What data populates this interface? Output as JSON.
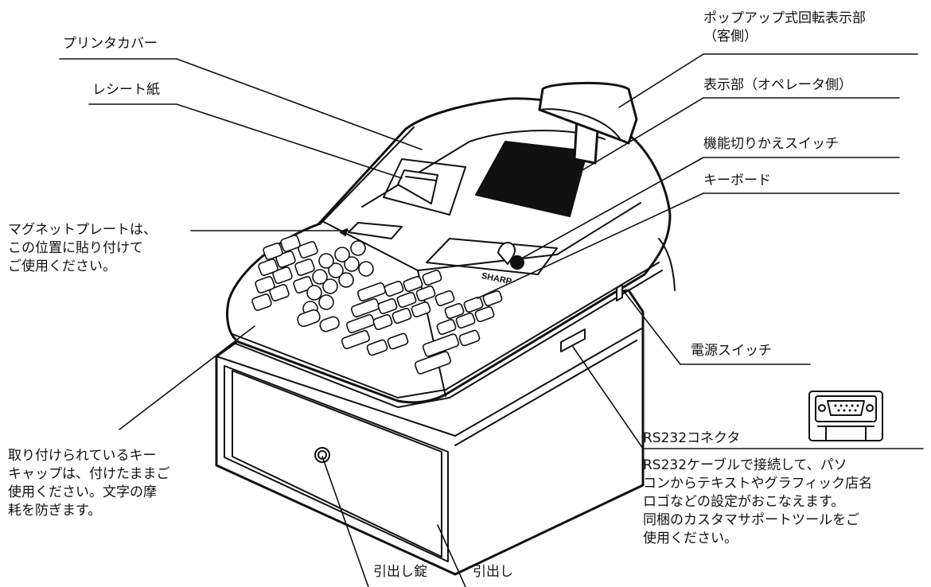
{
  "labels": {
    "printer_cover": "プリンタカバー",
    "receipt_paper": "レシート紙",
    "popup_display": [
      "ポップアップ式回転表示部",
      "（客側）"
    ],
    "operator_display": "表示部（オペレータ側）",
    "mode_switch": "機能切りかえスイッチ",
    "keyboard": "キーボード",
    "magnet_plate": [
      "マグネットプレートは、",
      "この位置に貼り付けて",
      "ご使用ください。"
    ],
    "power_switch": "電源スイッチ",
    "rs232_connector": "RS232コネクタ",
    "rs232_note": [
      "RS232ケーブルで接続して、パソ",
      "コンからテキストやグラフィック店名",
      "ロゴなどの設定がおこなえます。",
      "同梱のカスタマサポートツールをご",
      "使用ください。"
    ],
    "keycap_note": [
      "取り付けられているキー",
      "キャップは、付けたままご",
      "使用ください。文字の摩",
      "耗を防ぎます。"
    ],
    "drawer_lock": "引出し錠",
    "drawer": "引出し"
  },
  "brand": "SHARP"
}
